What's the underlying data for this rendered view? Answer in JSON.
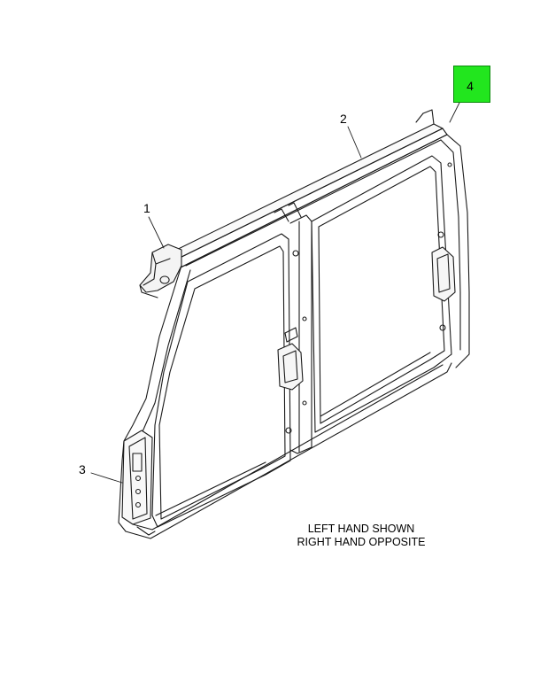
{
  "diagram": {
    "callouts": {
      "c1": "1",
      "c2": "2",
      "c3": "3",
      "c4": "4"
    },
    "highlight_color": "#22e61e",
    "note": {
      "line1": "LEFT HAND SHOWN",
      "line2": "RIGHT HAND OPPOSITE"
    }
  }
}
